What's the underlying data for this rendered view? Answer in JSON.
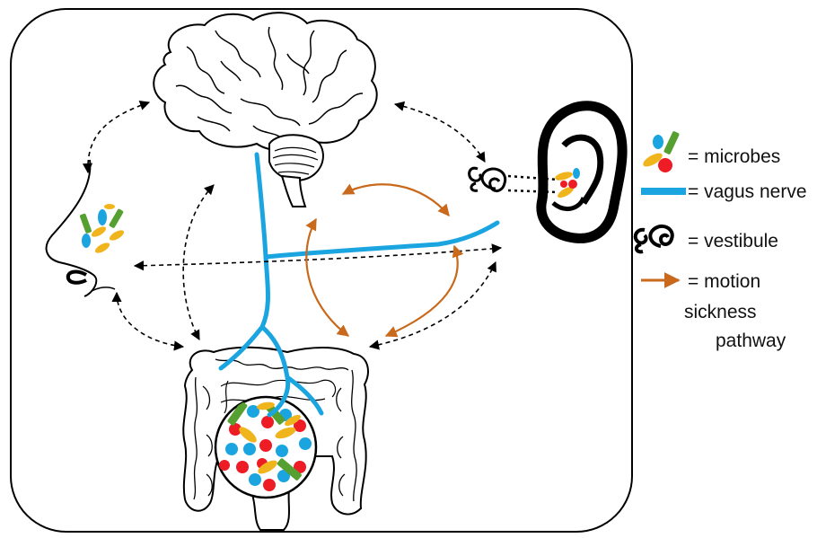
{
  "legend": {
    "microbes": "= microbes",
    "vagus": "= vagus nerve",
    "vestibule": "= vestibule",
    "motion_line1": "= motion",
    "motion_line2": "sickness",
    "motion_line3": "pathway"
  },
  "colors": {
    "vagus": "#1ba5e0",
    "motion": "#c8691c",
    "microbe_red": "#ee1c25",
    "microbe_blue": "#1ba5e0",
    "microbe_yellow": "#f0b41c",
    "microbe_green": "#55a030",
    "line": "#000000"
  },
  "icons": {
    "brain": "brain-icon",
    "nose": "nose-icon",
    "ear": "ear-icon",
    "intestine": "intestine-icon",
    "vestibule": "vestibule-icon",
    "microbes": "microbes-icon"
  }
}
